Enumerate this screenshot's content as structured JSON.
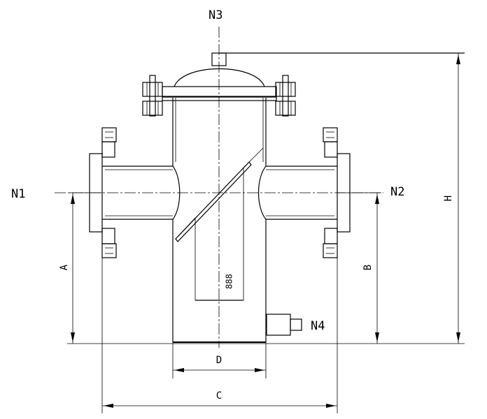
{
  "labels": {
    "n1": "N1",
    "n2": "N2",
    "n3": "N3",
    "n4": "N4"
  },
  "dimensions": {
    "a": "A",
    "b": "B",
    "c": "C",
    "d": "D",
    "h": "H"
  },
  "basket_marking": "888"
}
